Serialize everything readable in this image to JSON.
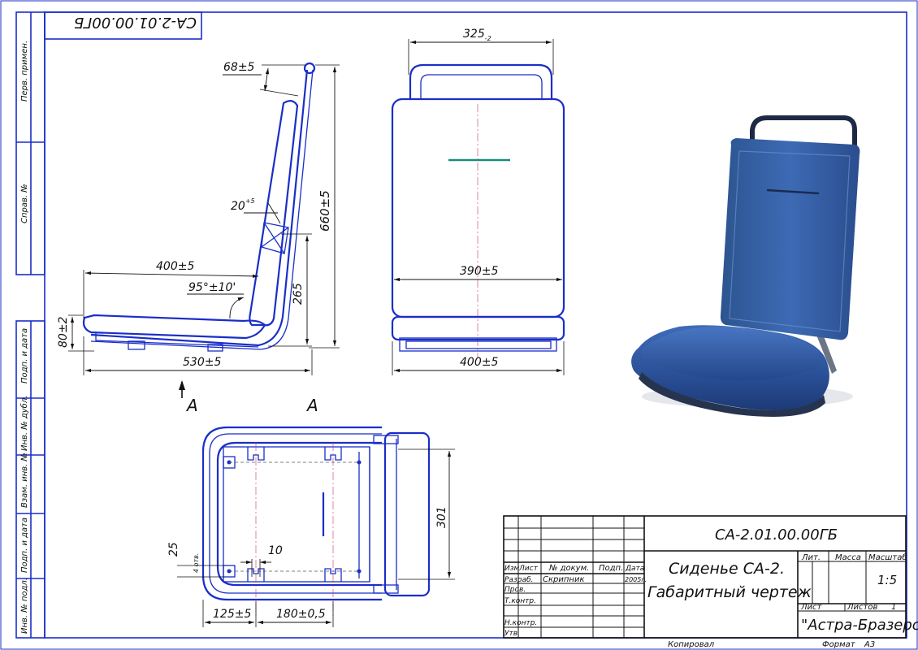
{
  "drawing": {
    "code": "СА-2.01.00.00ГБ",
    "code_rotated": "СА-2.01.00.00ГБ",
    "title_line1": "Сиденье СА-2.",
    "title_line2": "Габаритный чертеж",
    "company": "\"Астра-Бразерс\"",
    "scale": "1:5",
    "sheet_label": "Лист",
    "sheets_label": "Листов",
    "sheets_value": "1",
    "copied_label": "Копировал",
    "format_label": "Формат",
    "format_value": "А3"
  },
  "title_block": {
    "col_lit": "Лит.",
    "col_mass": "Масса",
    "col_scale": "Масштаб",
    "head_izm": "Изм",
    "head_list": "Лист",
    "head_doc": "№ докум.",
    "head_sign": "Подп.",
    "head_date": "Дата",
    "row_razrab": "Разраб.",
    "row_prov": "Пров.",
    "row_tkontr": "Т.контр.",
    "row_nkontr": "Н.контр.",
    "row_utv": "Утв.",
    "razrab_name": "Скрипник",
    "razrab_date": "2005г."
  },
  "side_stamps": {
    "perv_primen": "Перв. примен.",
    "sprav_no": "Справ. №",
    "podp_data_1": "Подп. и дата",
    "inv_dubl": "Инв. № дубл.",
    "vzam_inv": "Взам. инв. №",
    "podp_data_2": "Подп. и дата",
    "inv_podl": "Инв. № подл."
  },
  "dimensions": {
    "side_68": "68±5",
    "side_20": "20",
    "side_20_sup": "+5",
    "side_660": "660±5",
    "side_400": "400±5",
    "side_95": "95°±10'",
    "side_265": "265",
    "side_80": "80±2",
    "side_530": "530±5",
    "front_325": "325",
    "front_325_sub": "-2",
    "front_390": "390±5",
    "front_400": "400±5",
    "plan_301": "301",
    "plan_25": "25",
    "plan_4holes": "4 отв.",
    "plan_10": "10",
    "plan_125": "125±5",
    "plan_180": "180±0,5"
  },
  "section": {
    "arrow_left": "А",
    "arrow_right": "А"
  },
  "colors": {
    "line": "#1a2ec8",
    "seat_blue": "#2f5aa6",
    "accent_teal": "#1a8a80"
  }
}
